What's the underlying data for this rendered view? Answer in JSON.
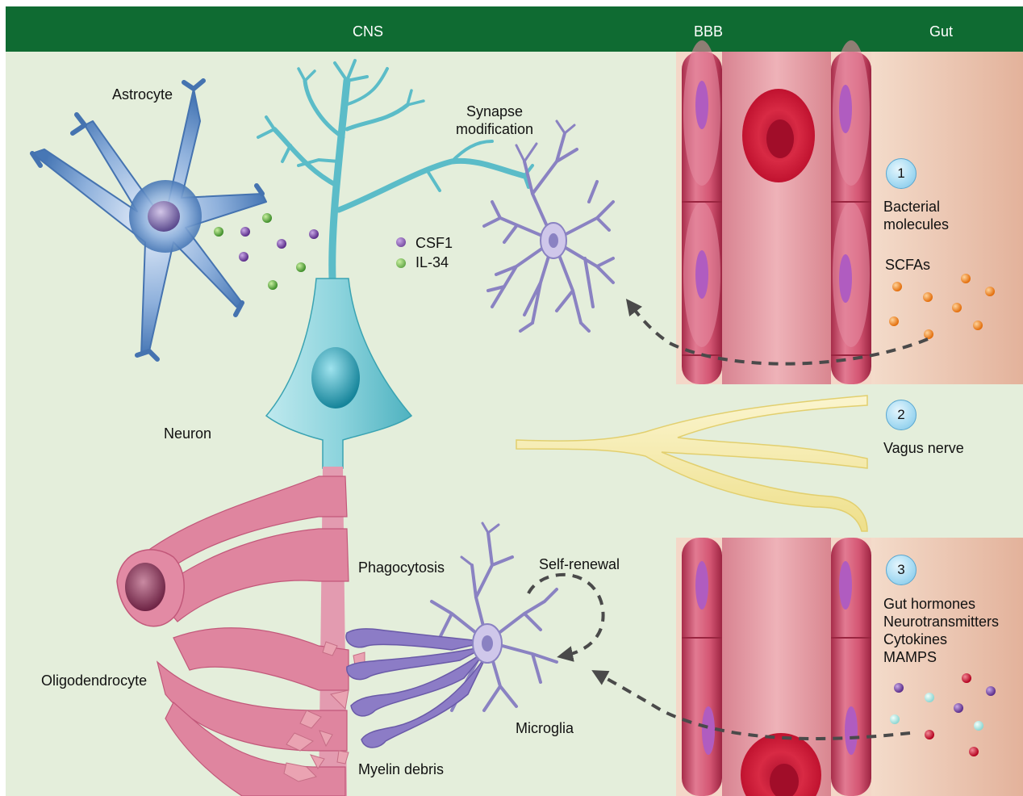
{
  "header": {
    "cns": "CNS",
    "bbb": "BBB",
    "gut": "Gut"
  },
  "cells": {
    "astrocyte": "Astrocyte",
    "neuron": "Neuron",
    "oligodendrocyte": "Oligodendrocyte",
    "microglia": "Microglia"
  },
  "processes": {
    "synapse_modification_1": "Synapse",
    "synapse_modification_2": "modification",
    "phagocytosis": "Phagocytosis",
    "self_renewal": "Self-renewal",
    "myelin_debris": "Myelin debris"
  },
  "legend": {
    "csf1": "CSF1",
    "il34": "IL-34"
  },
  "pathways": [
    {
      "number": "1",
      "lines": [
        "Bacterial",
        "molecules"
      ],
      "extra": "SCFAs"
    },
    {
      "number": "2",
      "lines": [
        "Vagus nerve"
      ]
    },
    {
      "number": "3",
      "lines": [
        "Gut hormones",
        "Neurotransmitters",
        "Cytokines",
        "MAMPS"
      ]
    }
  ],
  "colors": {
    "header": "#0f6b32",
    "background": "#e4eedb",
    "astrocyte": "#4d83bf",
    "neuron": "#5bbcc8",
    "oligodendrocyte": "#d9718f",
    "microglia": "#8a82c2",
    "vessel": "#c94a64",
    "gut": "#e6b59e",
    "csf1_dot": "#6a3c96",
    "il34_dot": "#5aa83a",
    "scfa_dot": "#f28a18"
  }
}
